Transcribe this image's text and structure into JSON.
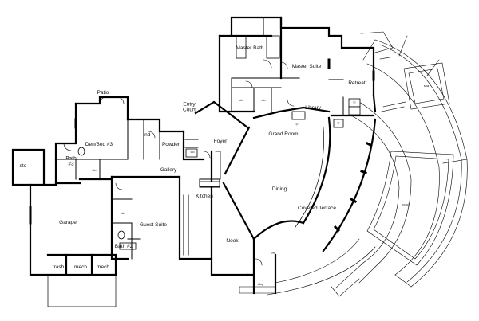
{
  "plan": {
    "rooms": {
      "master_bath": "Master Bath",
      "master_suite": "Master Suite",
      "retreat": "Retreat",
      "library": "Library",
      "grand_room": "Grand Room",
      "patio": "Patio",
      "den_bed3": "Den/Bed #3",
      "lnd": "lnd",
      "powder": "Powder",
      "entry_court": "Entry Court",
      "foyer": "Foyer",
      "sto": "sto",
      "bath3": "Bath #3",
      "gallery": "Gallery",
      "dining": "Dining",
      "covered_terrace": "Covered Terrace",
      "kitchen": "Kitchen",
      "garage": "Garage",
      "guest_suite": "Guest Suite",
      "bath2": "Bath #2",
      "nook": "Nook",
      "trash": "trash",
      "mech1": "mech",
      "mech2": "mech",
      "spa": "spa",
      "pool": "pool",
      "bbq": "bbq"
    },
    "closet_label": "clo",
    "fireplace_label": "fp",
    "dw_label": "dw"
  }
}
